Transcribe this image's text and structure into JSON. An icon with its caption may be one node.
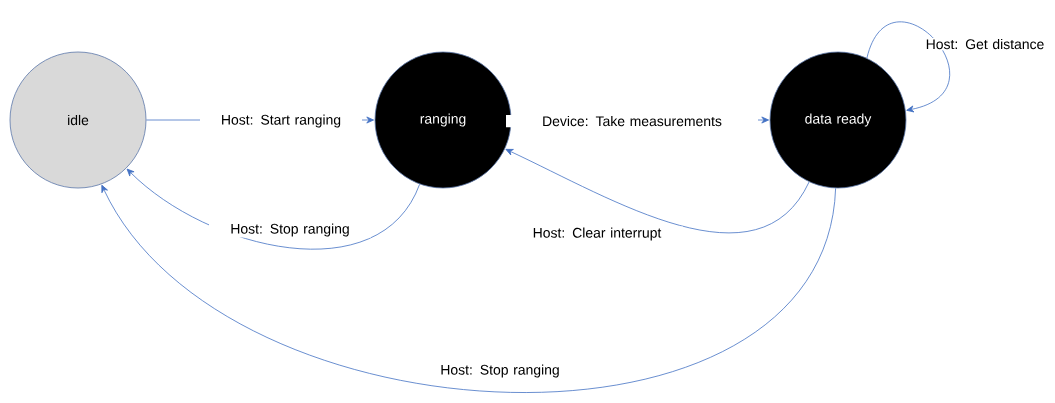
{
  "diagram": {
    "nodes": [
      {
        "text": [
          "idle"
        ]
      },
      {
        "text": [
          "ranging"
        ]
      },
      {
        "text": [
          "data ready"
        ]
      }
    ],
    "edges": [
      {
        "from": 0,
        "to": 1,
        "arrow": "to",
        "label": "Host: Start ranging"
      },
      {
        "from": 1,
        "to": 2,
        "arrow": "to",
        "label": "Device: Take measurements"
      },
      {
        "from": 2,
        "to": 2,
        "arrow": "to",
        "label": "Host: Get distance"
      },
      {
        "from": 2,
        "to": 1,
        "arrow": "to",
        "label": "Host: Clear interrupt"
      },
      {
        "from": 1,
        "to": 0,
        "arrow": "to",
        "label": "Host: Stop ranging"
      },
      {
        "from": 2,
        "to": 0,
        "arrow": "to",
        "label": "Host: Stop ranging"
      }
    ]
  }
}
